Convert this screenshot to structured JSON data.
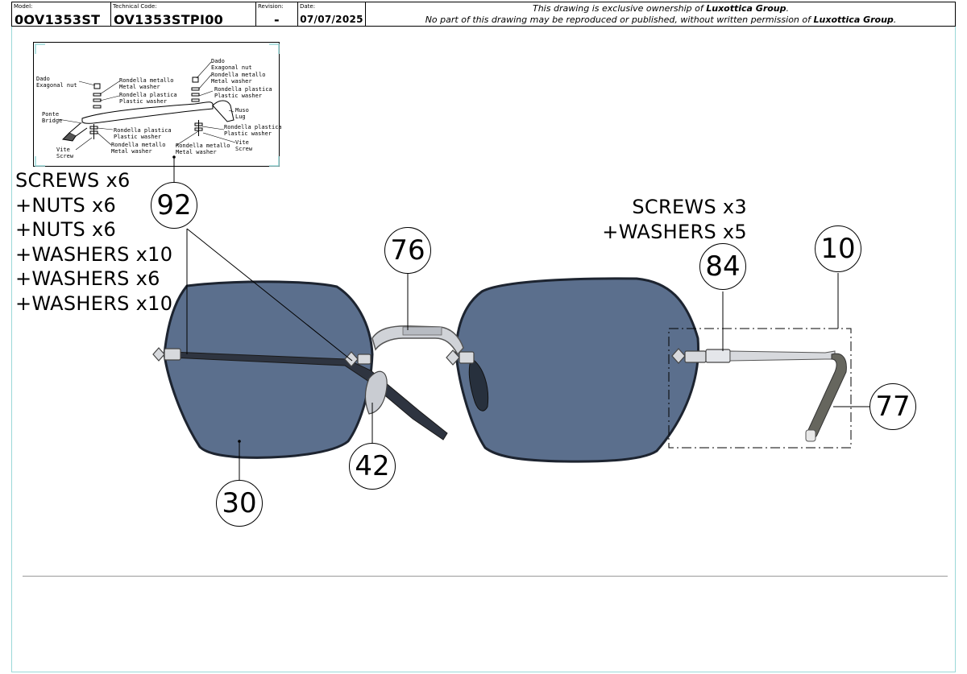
{
  "header": {
    "model_label": "Model:",
    "model_value": "0OV1353ST",
    "technical_code_label": "Technical Code:",
    "technical_code_value": "OV1353STPI00",
    "revision_label": "Revision:",
    "revision_value": "-",
    "date_label": "Date:",
    "date_value": "07/07/2025",
    "legal_line1_prefix": "This drawing is exclusive ownership of ",
    "legal_company": "Luxottica Group",
    "legal_line1_suffix": ".",
    "legal_line2_prefix": "No part of this drawing may be reproduced or published, without written permission of ",
    "legal_line2_suffix": "."
  },
  "inset_labels": {
    "dado_left": "Dado\nExagonal nut",
    "rondella_metallo_left_top": "Rondella metallo\nMetal washer",
    "rondella_plastica_left_top": "Rondella plastica\nPlastic washer",
    "ponte": "Ponte\nBridge",
    "rondella_plastica_left_bottom": "Rondella plastica\nPlastic washer",
    "rondella_metallo_left_bottom": "Rondella metallo\nMetal washer",
    "vite_left": "Vite\nScrew",
    "dado_right": "Dado\nExagonal nut",
    "rondella_metallo_right_top": "Rondella metallo\nMetal washer",
    "rondella_plastica_right_top": "Rondella plastica\nPlastic washer",
    "muso": "Muso\nLug",
    "rondella_plastica_right_bottom": "Rondella plastica\nPlastic washer",
    "rondella_metallo_right_bottom": "Rondella metallo\nMetal washer",
    "vite_right": "Vite\nScrew"
  },
  "left_notes": [
    "SCREWS x6",
    "+NUTS x6",
    "+NUTS x6",
    "+WASHERS x10",
    "+WASHERS x6",
    "+WASHERS x10"
  ],
  "right_notes": [
    "SCREWS x3",
    "+WASHERS x5"
  ],
  "callouts": {
    "c92": "92",
    "c76": "76",
    "c84": "84",
    "c10": "10",
    "c77": "77",
    "c42": "42",
    "c30": "30"
  },
  "colors": {
    "lens": "#5b6f8d",
    "lens_border": "#1d2430",
    "metal": "#c9ccd2",
    "temple_tip": "#66665e",
    "frame_border": "#9ad8d8"
  }
}
